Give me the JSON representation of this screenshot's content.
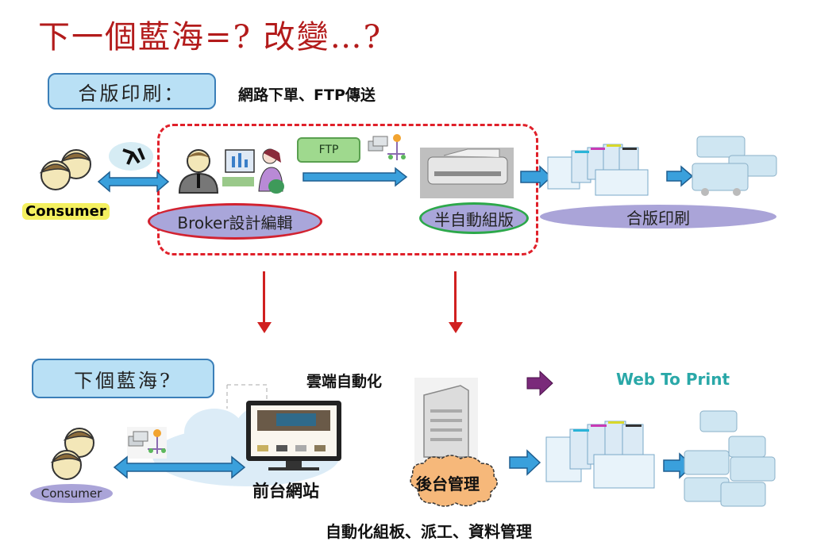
{
  "title": "下一個藍海=? 改變…?",
  "top_section": {
    "heading": "合版印刷：",
    "subheading": "網路下單、FTP傳送",
    "consumer_label": "Consumer",
    "broker_label": "Broker設計編輯",
    "ftp_label": "FTP",
    "semi_auto_label": "半自動組版",
    "offset_print_label": "合版印刷"
  },
  "bottom_section": {
    "heading": "下個藍海?",
    "cloud_auto_label": "雲端自動化",
    "web_to_print_label": "Web To Print",
    "consumer_label": "Consumer",
    "frontend_label": "前台網站",
    "backend_label": "後台管理",
    "footer_label": "自動化組板、派工、資料管理"
  },
  "colors": {
    "title": "#b31b1b",
    "section_box": "#b9e0f5",
    "dashed_border": "#e0202a",
    "blue_arrow": "#3aa0dc",
    "purple_arrow": "#7a2a7a",
    "web_to_print": "#2aa8a8"
  }
}
